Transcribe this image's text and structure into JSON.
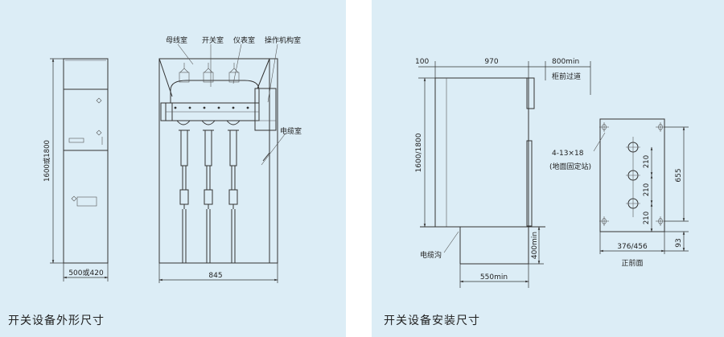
{
  "left_figure": {
    "caption": "开关设备外形尺寸",
    "height_dim": "1600或1800",
    "width_dim_side": "500或420",
    "width_dim_front": "845",
    "compartments": {
      "busbar": "母线室",
      "switch": "开关室",
      "instrument": "仪表室",
      "mechanism": "操作机构室",
      "cable": "电缆室"
    }
  },
  "right_figure": {
    "caption": "开关设备安装尺寸",
    "dim_front_gap": "100",
    "dim_depth": "970",
    "dim_front_clear": "800min",
    "front_passage": "柜前过道",
    "height_dim": "1600/1800",
    "cable_trench": "电缆沟",
    "trench_depth": "400min",
    "trench_width": "550min",
    "hole_spec": "4-13×18",
    "hole_note": "(地面固定站)",
    "spacing_1": "210",
    "spacing_2": "210",
    "spacing_3": "210",
    "total_height": "655",
    "bottom_offset": "93",
    "width_dim": "376/456",
    "front_label": "正前面"
  }
}
